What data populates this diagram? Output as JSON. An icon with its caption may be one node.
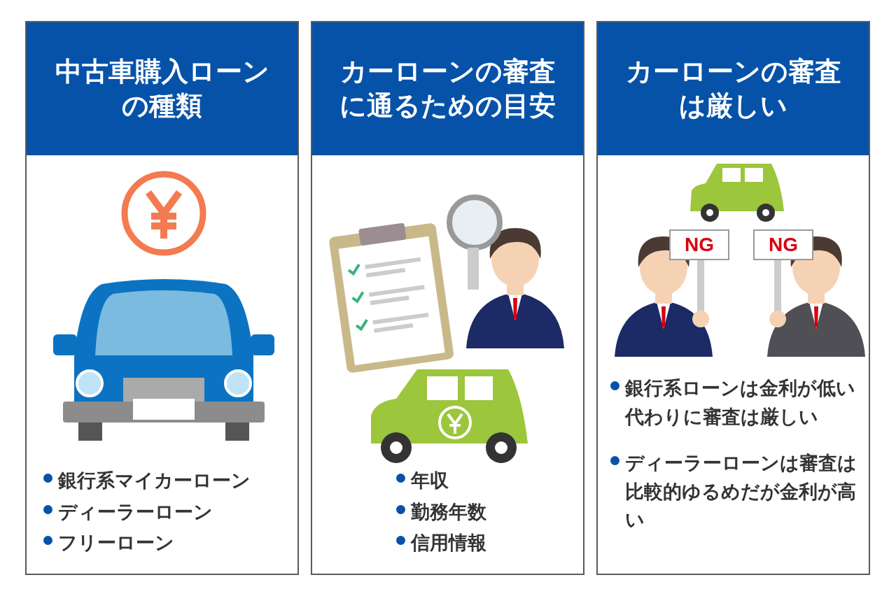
{
  "diagram": {
    "nodes": [
      {
        "text": [
          "中古車購入ローンの種類",
          "銀行系マイカーローン",
          "ディーラーローン",
          "フリーローン"
        ]
      },
      {
        "text": [
          "カーローンの審査に通るための目安",
          "年収",
          "勤務年数",
          "信用情報"
        ]
      },
      {
        "text": [
          "カーローンの審査は厳しい",
          "銀行系ローンは金利が低い代わりに審査は厳しい",
          "ディーラーローンは審査は比較的ゆるめだが金利が高い"
        ]
      }
    ],
    "labels": [
      "NG",
      "NG"
    ]
  }
}
